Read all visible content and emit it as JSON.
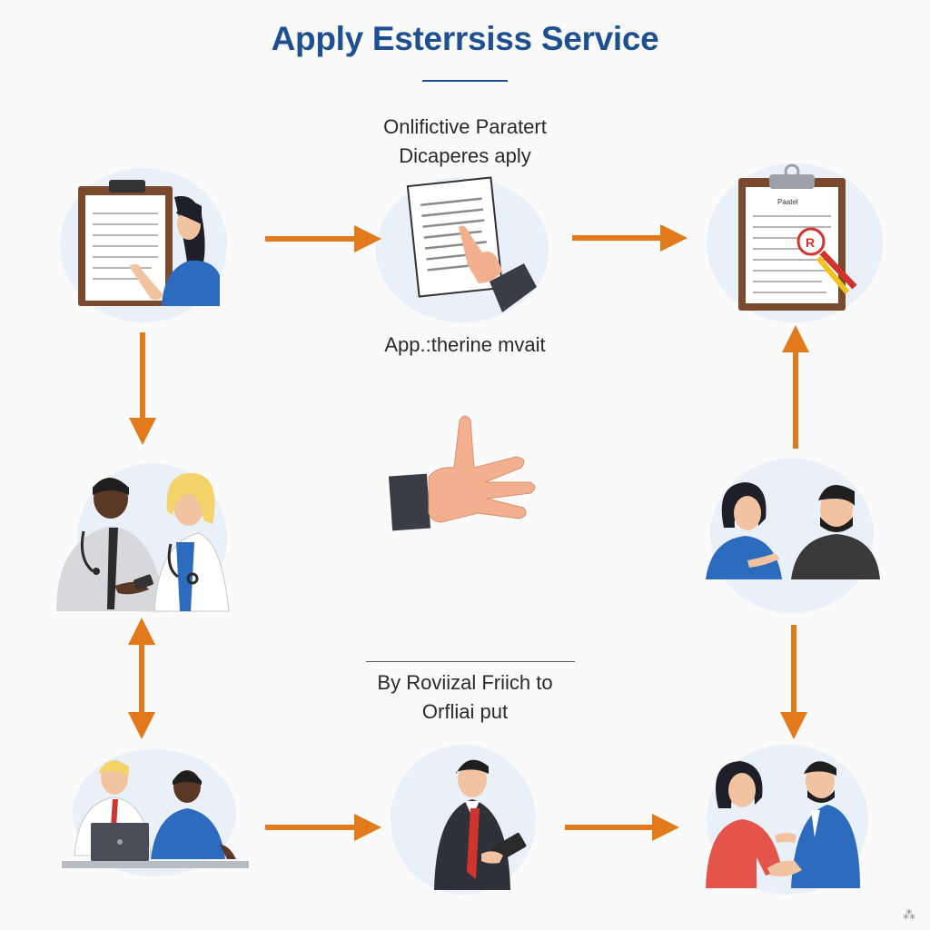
{
  "header": {
    "title": "Apply Esterrsiss Service"
  },
  "captions": {
    "top_line1": "Onlifictive Paratert",
    "top_line2": "Dicaperes aply",
    "middle": "App.:therine mvait",
    "bottom_line1": "By Roviizal Friich to",
    "bottom_line2": "Orfliai put"
  },
  "clipboard_right": {
    "label": "Paatel"
  },
  "corner_mark": "⁂",
  "colors": {
    "title": "#1d4f91",
    "arrow": "#e27a1c",
    "blob": "#e9f0f8",
    "clipboard": "#7a4a2e",
    "medical_blue": "#2d6bbf"
  },
  "icons": [
    "clipboard-nurse-icon",
    "document-pointing-hand-icon",
    "approved-clipboard-icon",
    "doctors-consult-icon",
    "open-hand-icon",
    "customer-support-pair-icon",
    "laptop-consult-icon",
    "businessman-tablet-icon",
    "handshake-icon"
  ]
}
